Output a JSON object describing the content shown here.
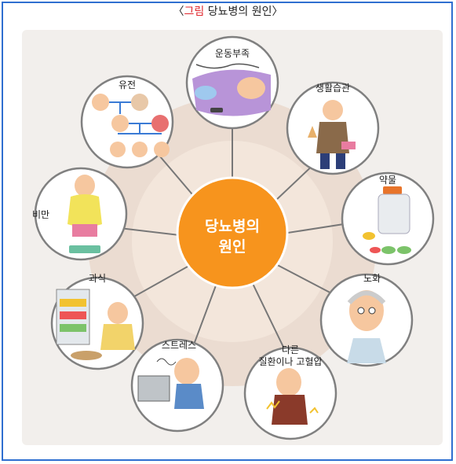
{
  "title": {
    "prefix": "〈",
    "label": "그림",
    "text": " 당뇨병의 원인",
    "suffix": "〉"
  },
  "center": {
    "line1": "당뇨병의",
    "line2": "원인"
  },
  "causes": [
    "운동부족",
    "생활습관",
    "약물",
    "노화",
    "다른",
    "질환이나 고혈압",
    "스트레스",
    "과식",
    "비만",
    "유전"
  ],
  "colors": {
    "border": "#2f6fd0",
    "title_label": "#e0262c",
    "center_circle": "#f7941d",
    "ring": "#e8d6c8",
    "spoke": "#777777",
    "circle_stroke": "#808080"
  }
}
